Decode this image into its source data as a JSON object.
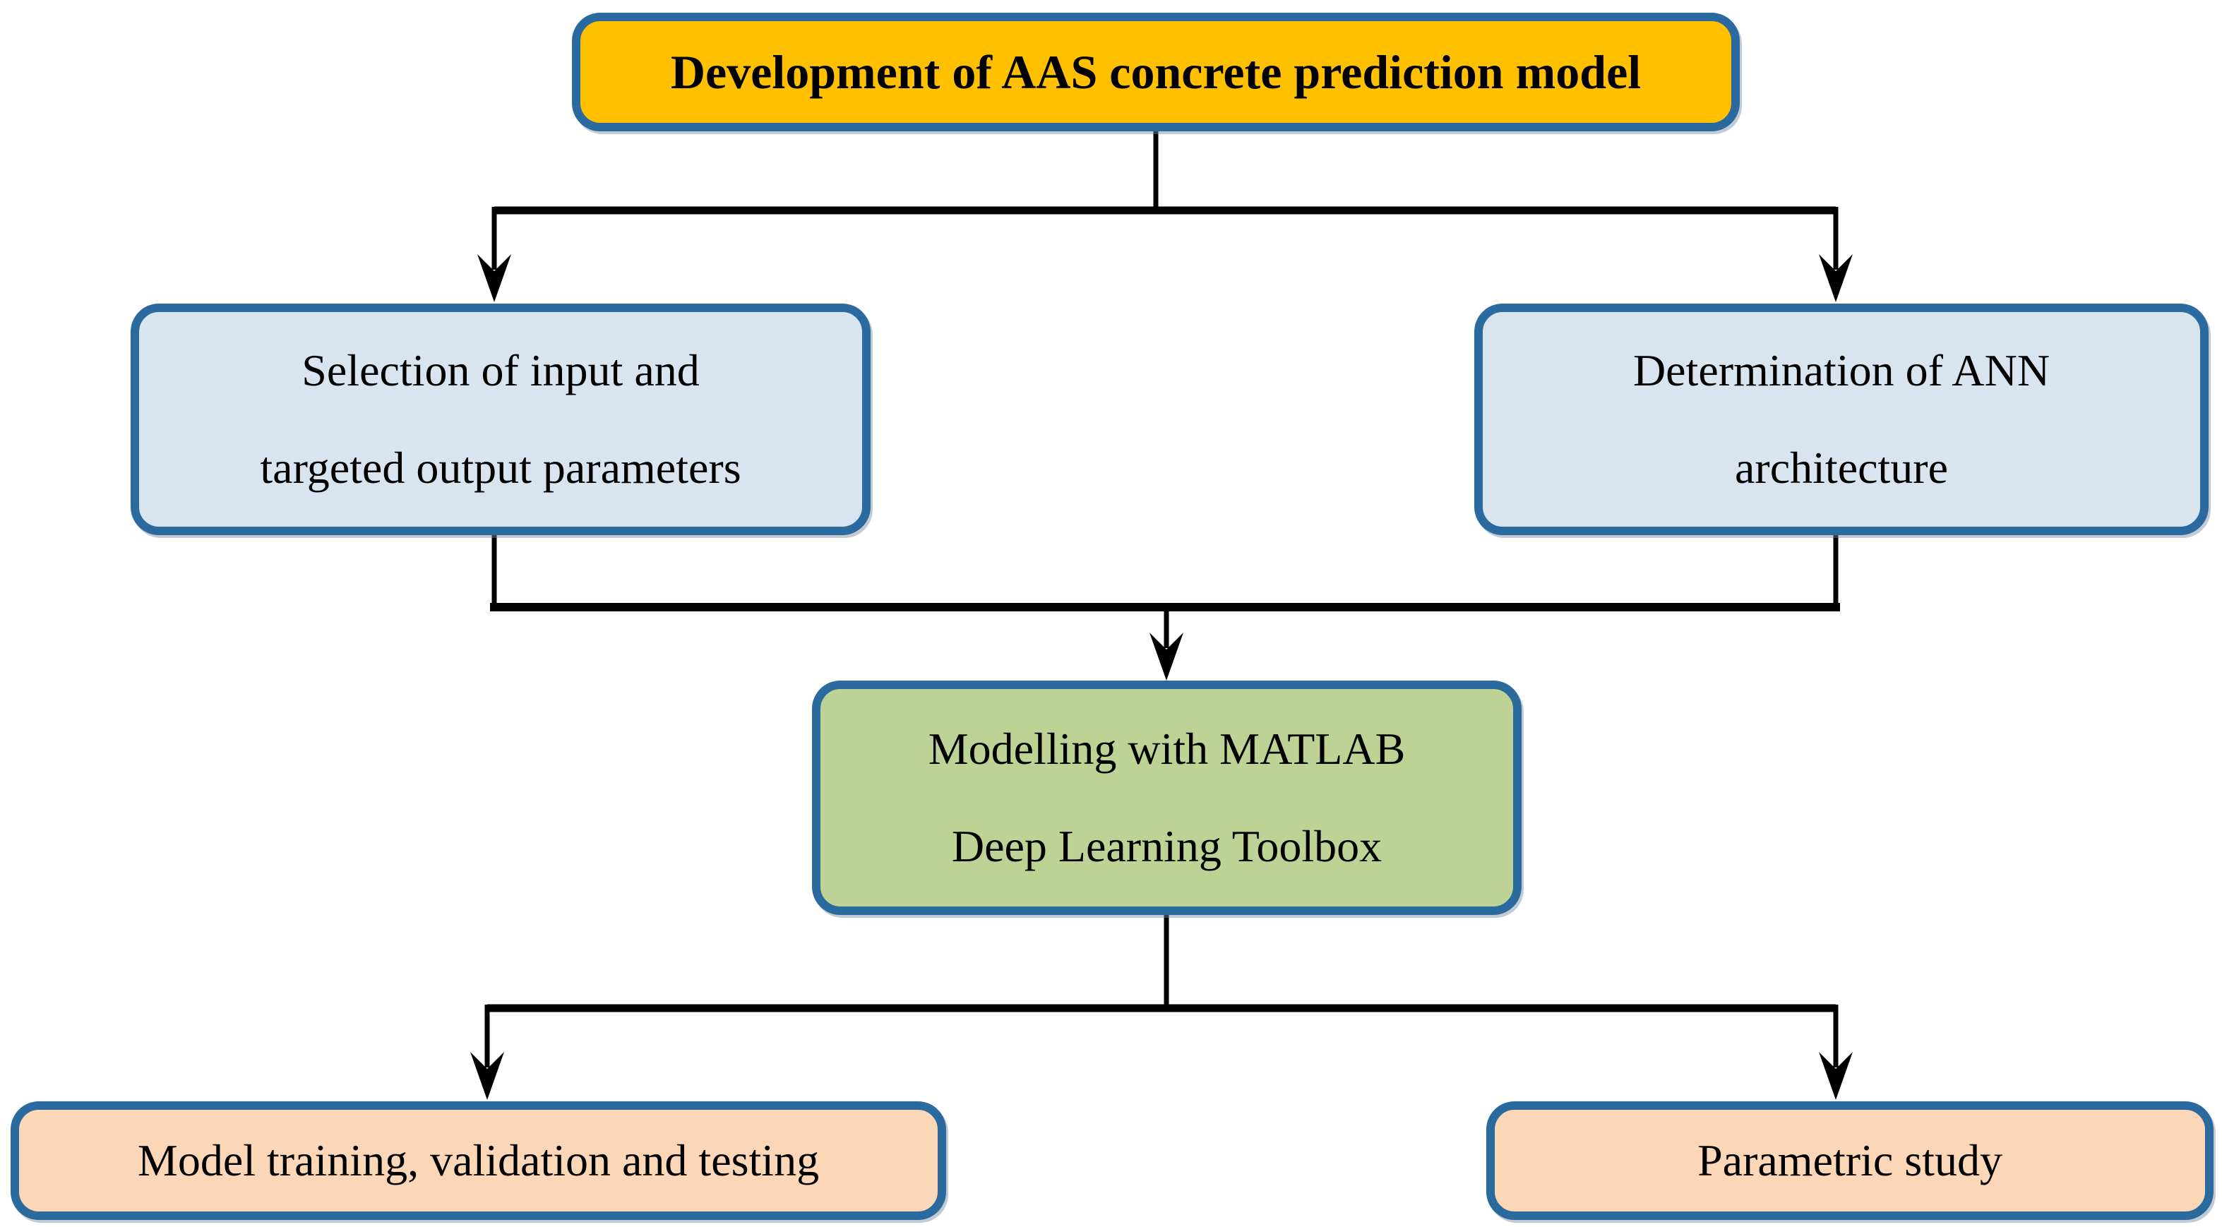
{
  "colors": {
    "background": "#FFFFFF",
    "node_border": "#2B6A9F",
    "top_fill": "#FFC000",
    "mid_fill": "#D8E4F0",
    "center_fill": "#BDD294",
    "bottom_fill": "#FBD7B7",
    "connector": "#000000",
    "text": "#000000"
  },
  "flowchart": {
    "root": {
      "lines": [
        "Development of AAS concrete prediction model"
      ]
    },
    "inputs": {
      "lines": [
        "Selection of input and",
        "targeted output parameters"
      ]
    },
    "ann": {
      "lines": [
        "Determination of ANN",
        "architecture"
      ]
    },
    "modelling": {
      "lines": [
        "Modelling with MATLAB",
        "Deep Learning Toolbox"
      ]
    },
    "training": {
      "lines": [
        "Model training, validation and testing"
      ]
    },
    "parametric": {
      "lines": [
        "Parametric study"
      ]
    }
  }
}
